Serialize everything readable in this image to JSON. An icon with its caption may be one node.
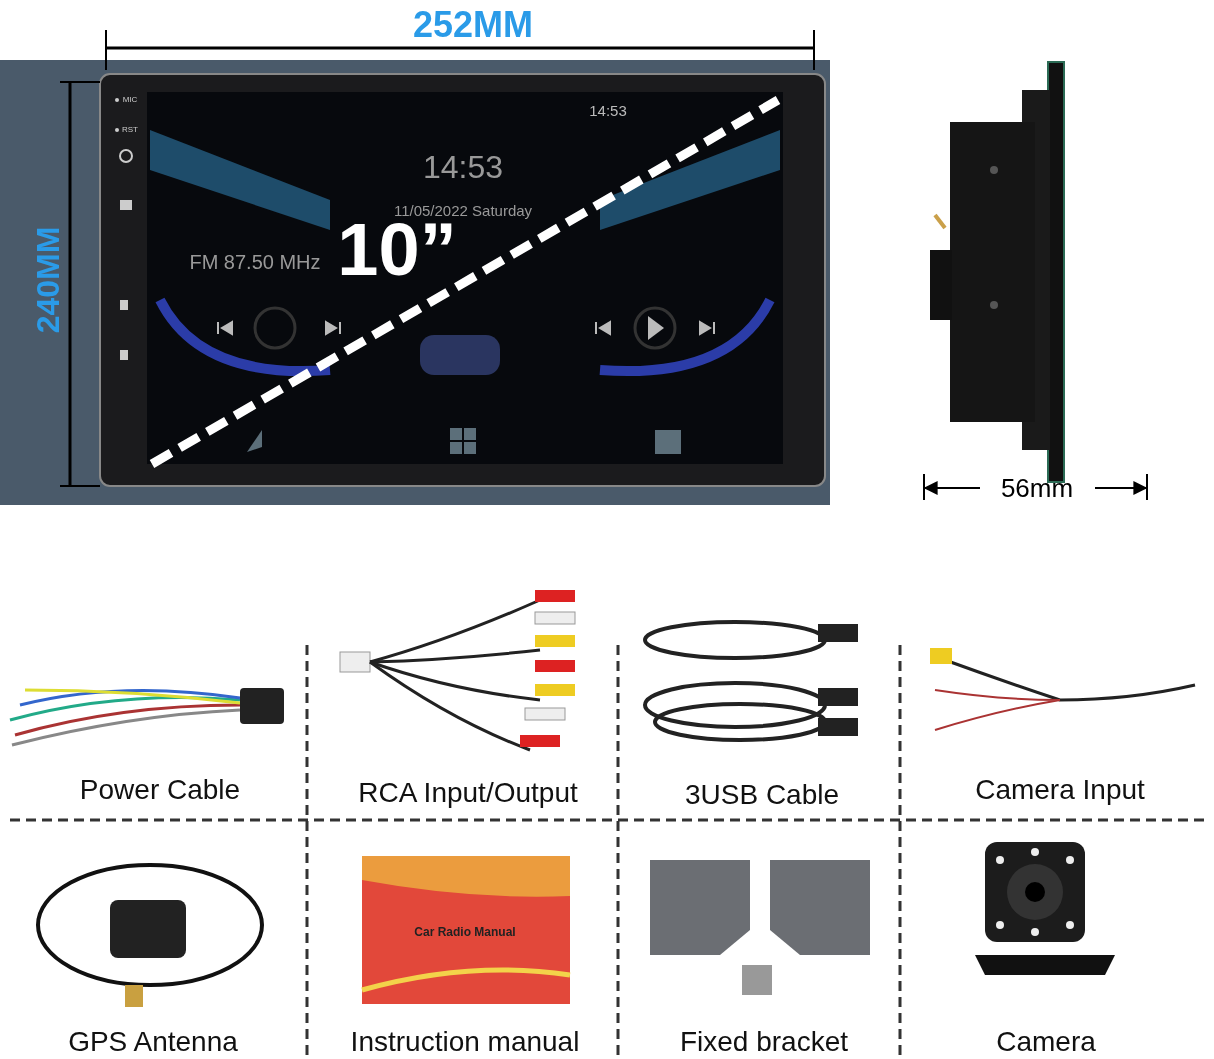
{
  "diagram": {
    "labels": [
      "252MM",
      "240MM",
      "MIC",
      "RST",
      "14:53",
      "14:53",
      "11/05/2022 Saturday",
      "10”",
      "FM 87.50 MHz",
      "56mm",
      "Power Cable",
      "RCA Input/Output",
      "3USB Cable",
      "Camera Input",
      "GPS Antenna",
      "Car Radio Manual",
      "Instruction manual",
      "Fixed bracket",
      "Camera"
    ]
  }
}
